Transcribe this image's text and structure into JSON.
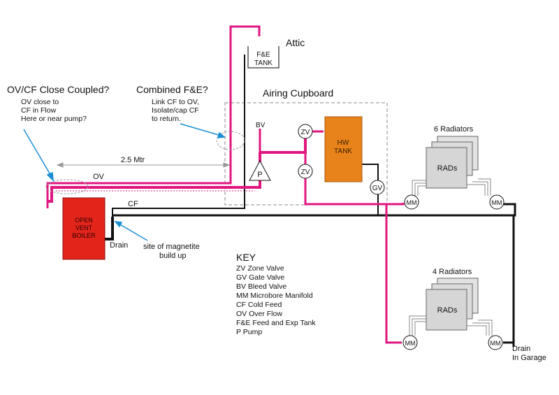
{
  "colors": {
    "flow": "#e0157f",
    "return": "#111111",
    "boiler": "#e3241b",
    "tank": "#e8821a",
    "annotation": "#1a8fd4",
    "radiator": "#d9d9d9"
  },
  "labels": {
    "attic": "Attic",
    "fe_tank": [
      "F&E",
      "TANK"
    ],
    "airing_cupboard": "Airing Cupboard",
    "q1_title": "OV/CF Close Coupled?",
    "q1_body": [
      "OV close to",
      "CF in Flow",
      "Here or near pump?"
    ],
    "q2_title": "Combined F&E?",
    "q2_body": [
      "Link CF to OV,",
      "Isolate/cap CF",
      "to return."
    ],
    "distance": "2.5 Mtr",
    "ov": "OV",
    "cf": "CF",
    "boiler": [
      "OPEN",
      "VENT",
      "BOILER"
    ],
    "drain": "Drain",
    "magnetite": [
      "site of magnetite",
      "build up"
    ],
    "bv": "BV",
    "pump": "P",
    "zv": "ZV",
    "gv": "GV",
    "hw_tank": [
      "HW",
      "TANK"
    ],
    "rads": "RADs",
    "mm": "MM",
    "radiators_6": "6 Radiators",
    "radiators_4": "4 Radiators",
    "drain_garage": [
      "Drain",
      "In Garage"
    ]
  },
  "key": {
    "title": "KEY",
    "items": [
      "ZV Zone Valve",
      "GV Gate Valve",
      "BV Bleed Valve",
      "MM Microbore Manifold",
      "CF Cold Feed",
      "OV Over Flow",
      "F&E Feed and Exp Tank",
      "P Pump"
    ]
  }
}
